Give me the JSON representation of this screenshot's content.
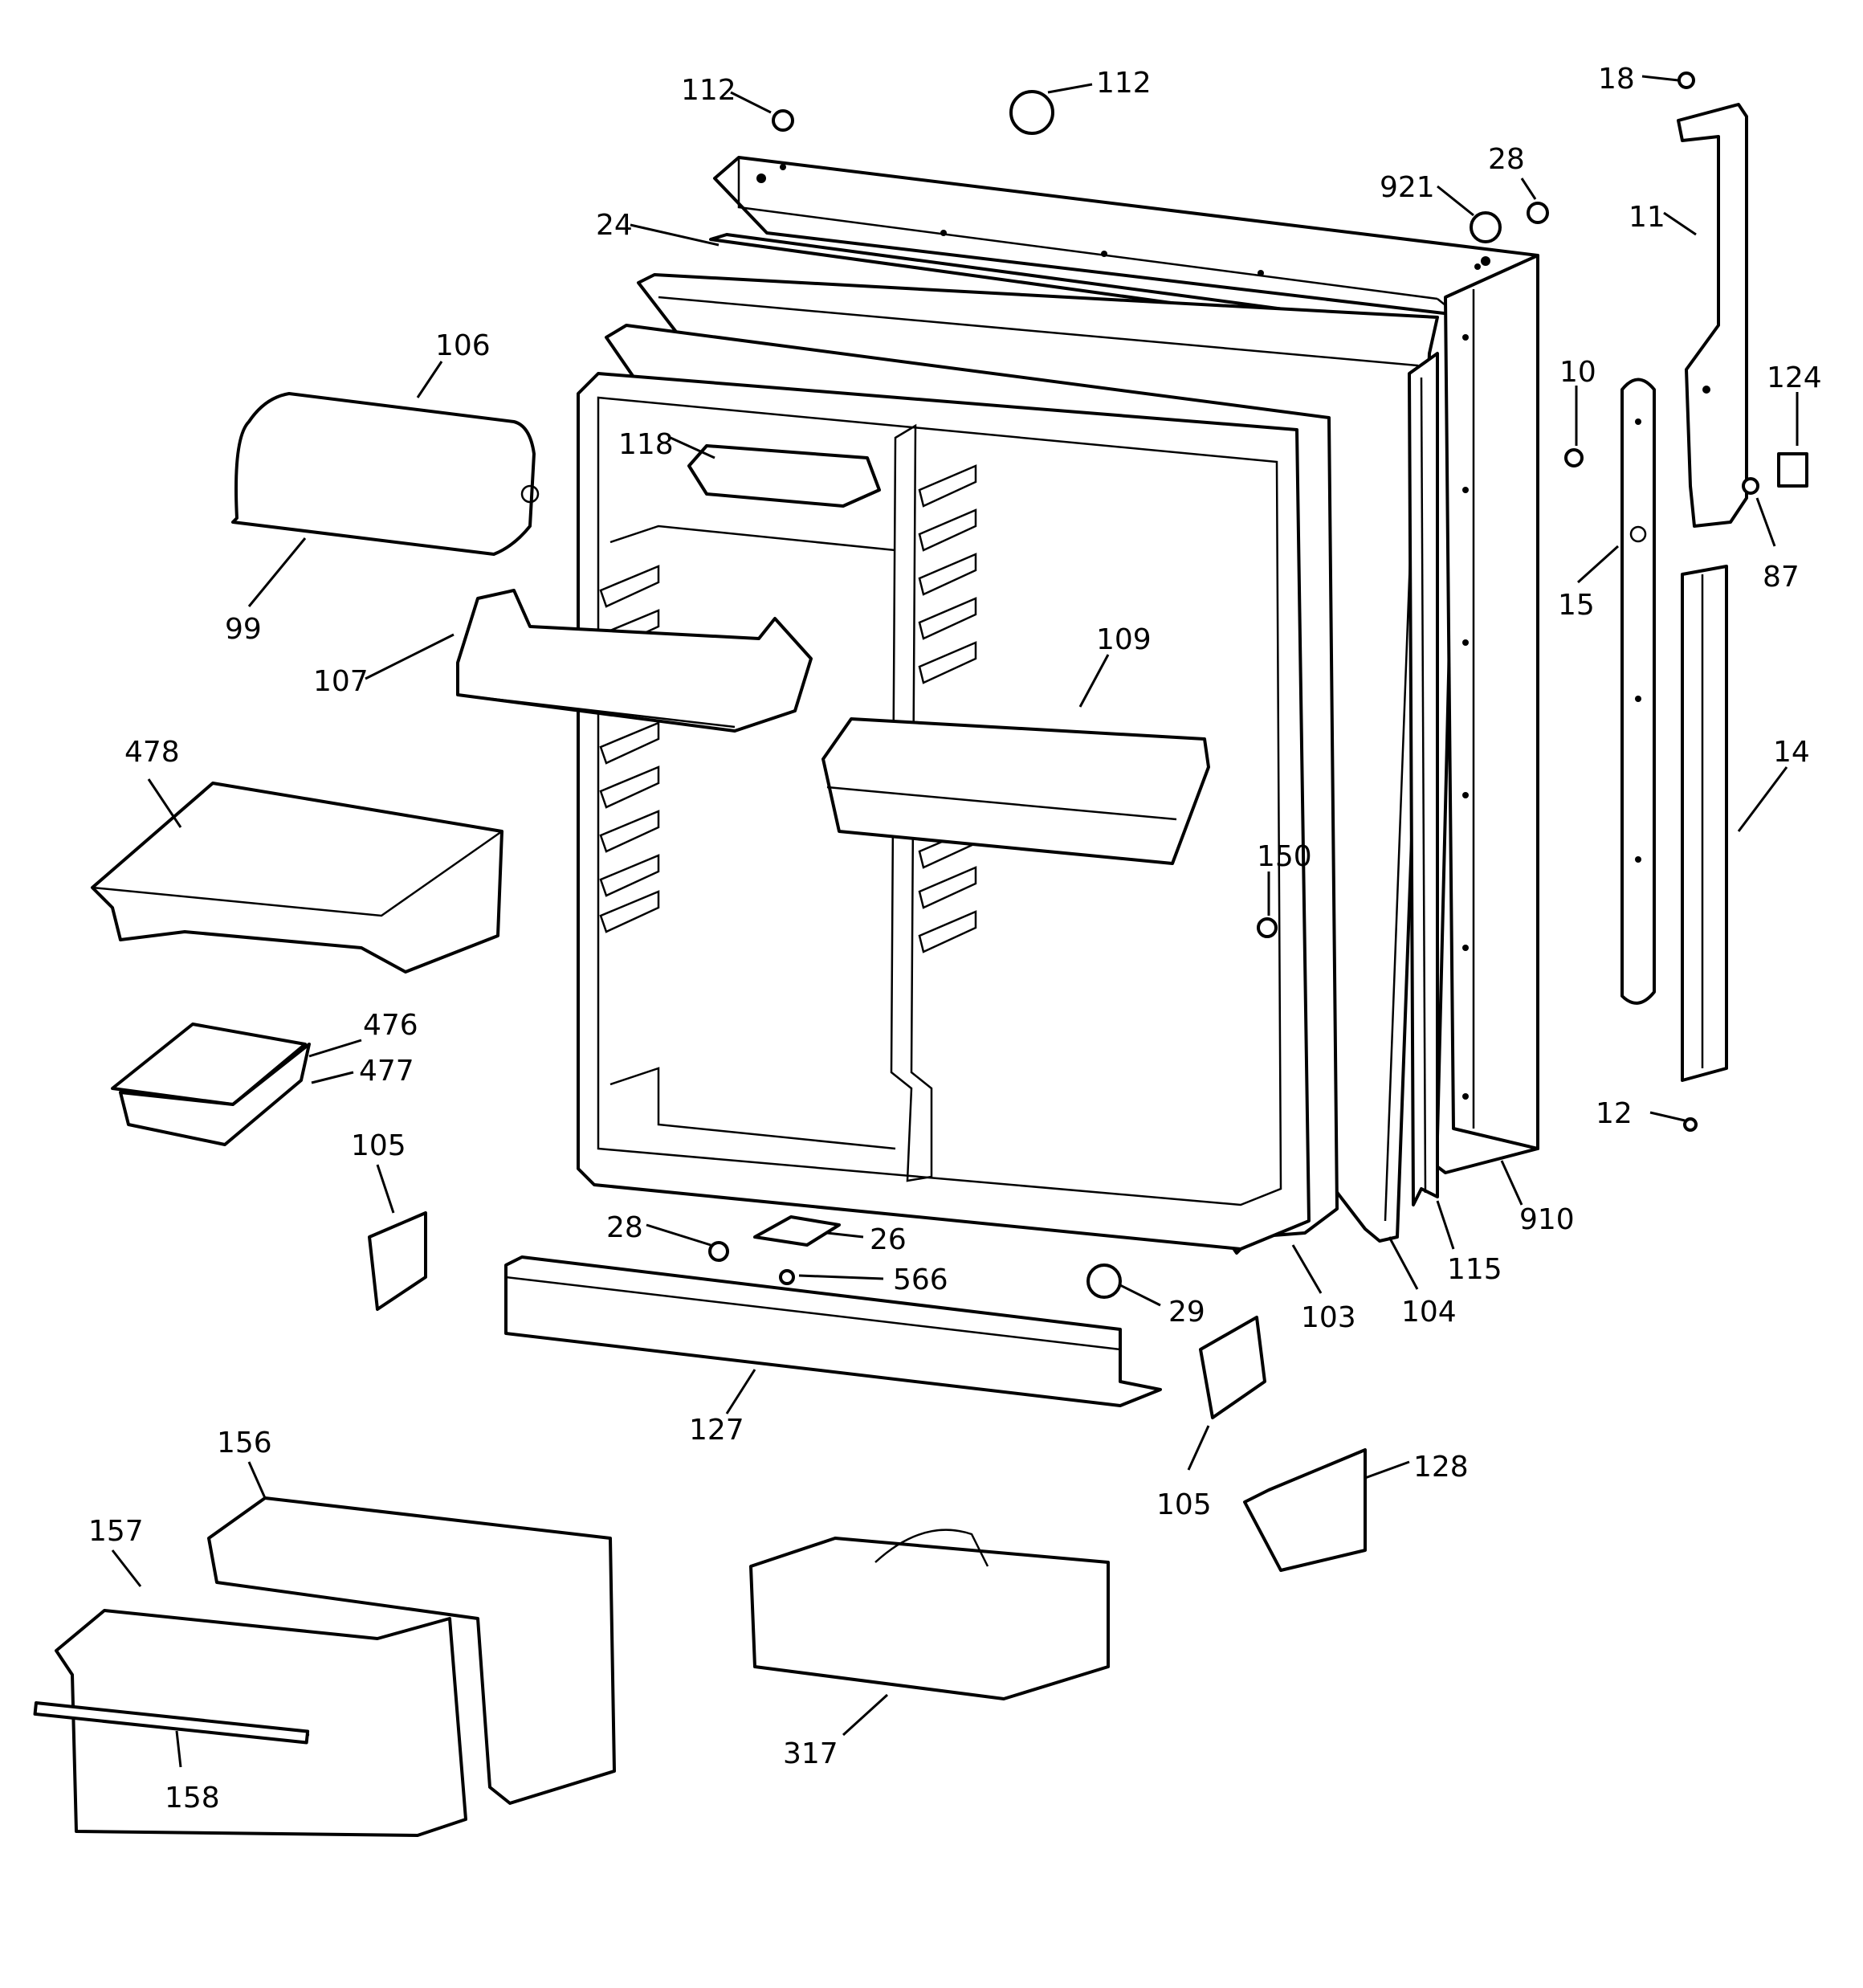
{
  "diagram": {
    "callouts": {
      "c112a": "112",
      "c112b": "112",
      "c18": "18",
      "c921": "921",
      "c28a": "28",
      "c24": "24",
      "c11": "11",
      "c106": "106",
      "c10": "10",
      "c124": "124",
      "c118": "118",
      "c87": "87",
      "c15": "15",
      "c99": "99",
      "c107": "107",
      "c109": "109",
      "c14": "14",
      "c478": "478",
      "c150": "150",
      "c476": "476",
      "c477": "477",
      "c12": "12",
      "c105a": "105",
      "c910": "910",
      "c28b": "28",
      "c26": "26",
      "c566": "566",
      "c115": "115",
      "c104": "104",
      "c29": "29",
      "c103": "103",
      "c127": "127",
      "c156": "156",
      "c128": "128",
      "c105b": "105",
      "c157": "157",
      "c317": "317",
      "c158": "158"
    }
  }
}
